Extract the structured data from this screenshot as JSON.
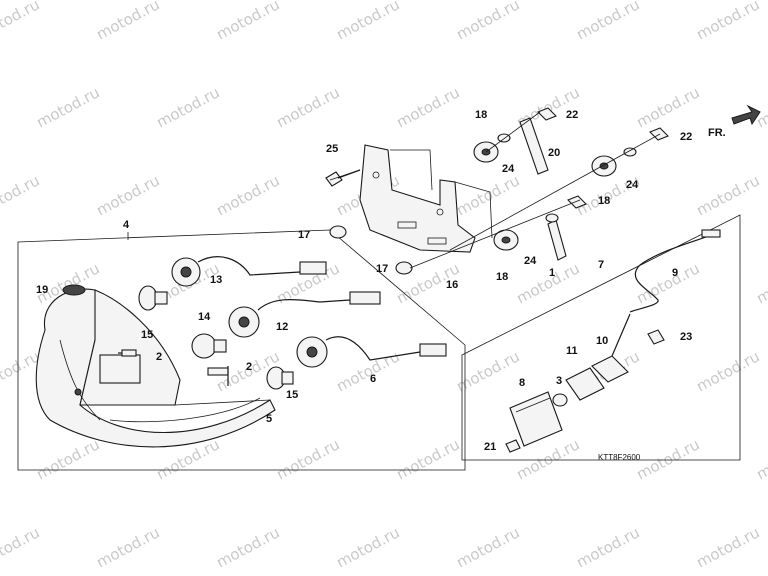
{
  "watermark": "motod.ru",
  "diagram_code": "KTT8F2600",
  "direction_label": "FR.",
  "callouts": {
    "c1": "1",
    "c2a": "2",
    "c2b": "2",
    "c3": "3",
    "c4": "4",
    "c5": "5",
    "c6": "6",
    "c7": "7",
    "c8": "8",
    "c9": "9",
    "c10": "10",
    "c11": "11",
    "c12": "12",
    "c13": "13",
    "c14": "14",
    "c15a": "15",
    "c15b": "15",
    "c16": "16",
    "c17a": "17",
    "c17b": "17",
    "c18a": "18",
    "c18b": "18",
    "c18c": "18",
    "c19": "19",
    "c20": "20",
    "c21": "21",
    "c22a": "22",
    "c22b": "22",
    "c23": "23",
    "c24a": "24",
    "c24b": "24",
    "c24c": "24",
    "c25": "25"
  }
}
